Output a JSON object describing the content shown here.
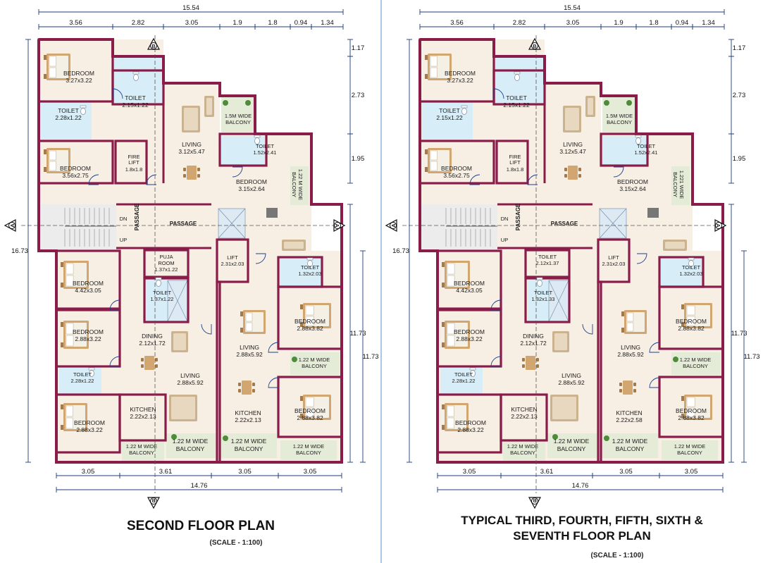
{
  "plans": [
    {
      "id": "second",
      "title_lines": [
        "SECOND FLOOR PLAN"
      ],
      "scale": "(SCALE - 1:100)",
      "dims": {
        "top_total": "15.54",
        "top_segments": [
          "3.56",
          "2.82",
          "3.05",
          "1.9",
          "1.8",
          "0.94",
          "1.34"
        ],
        "bottom_segments": [
          "3.05",
          "3.61",
          "3.05",
          "3.05"
        ],
        "bottom_total": "14.76",
        "left_total": "16.73",
        "right_segments": [
          "1.17",
          "2.73",
          "1.95"
        ],
        "right_lower": "11.73",
        "right_mid": "11.73"
      },
      "markers": {
        "section_a": "A",
        "section_b": "B"
      },
      "rooms": [
        {
          "key": "bed1",
          "name": "BEDROOM",
          "size": "3.27x3.22"
        },
        {
          "key": "toilet_top",
          "name": "TOILET",
          "size": "2.15x1.22"
        },
        {
          "key": "toilet_left",
          "name": "TOILET",
          "size": "2.28x1.22"
        },
        {
          "key": "living_top",
          "name": "LIVING",
          "size": "3.12x5.47"
        },
        {
          "key": "balcony_top",
          "name": "1.5M WIDE",
          "size": "BALCONY"
        },
        {
          "key": "toilet_right",
          "name": "TOILET",
          "size": "1.52x2.41"
        },
        {
          "key": "bed2",
          "name": "BEDROOM",
          "size": "3.56x2.75"
        },
        {
          "key": "fire_lift",
          "name": "FIRE",
          "size": "LIFT"
        },
        {
          "key": "fire_lift_size",
          "name": "1.8x1.8",
          "size": ""
        },
        {
          "key": "bed3",
          "name": "BEDROOM",
          "size": "3.15x2.64"
        },
        {
          "key": "balcony_v",
          "name": "1.22 M WIDE",
          "size": "BALCONY"
        },
        {
          "key": "passage_v",
          "name": "PASSAGE",
          "size": ""
        },
        {
          "key": "passage_h",
          "name": "PASSAGE",
          "size": ""
        },
        {
          "key": "dn",
          "name": "DN",
          "size": ""
        },
        {
          "key": "up",
          "name": "UP",
          "size": ""
        },
        {
          "key": "room_small_a",
          "name": "PUJA",
          "size": "ROOM"
        },
        {
          "key": "room_small_a_size",
          "name": "1.37x1.22",
          "size": ""
        },
        {
          "key": "room_small_b",
          "name": "TOILET",
          "size": "1.37x1.22"
        },
        {
          "key": "lift",
          "name": "LIFT",
          "size": "2.31x2.03"
        },
        {
          "key": "toilet_r2",
          "name": "TOILET",
          "size": "1.32x2.03"
        },
        {
          "key": "bed4",
          "name": "BEDROOM",
          "size": "4.42x3.05"
        },
        {
          "key": "bed5",
          "name": "BEDROOM",
          "size": "2.88x3.22"
        },
        {
          "key": "dining",
          "name": "DINING",
          "size": "2.12x1.72"
        },
        {
          "key": "bed_r1",
          "name": "BEDROOM",
          "size": "2.88x3.82"
        },
        {
          "key": "living_r",
          "name": "LIVING",
          "size": "2.88x5.92"
        },
        {
          "key": "balcony_r1",
          "name": "1.22 M WIDE",
          "size": "BALCONY"
        },
        {
          "key": "toilet_l2",
          "name": "TOILET",
          "size": "2.28x1.22"
        },
        {
          "key": "living_l",
          "name": "LIVING",
          "size": "2.88x5.92"
        },
        {
          "key": "bed6",
          "name": "BEDROOM",
          "size": "2.88x3.22"
        },
        {
          "key": "kitchen_l",
          "name": "KITCHEN",
          "size": "2.22x2.13"
        },
        {
          "key": "kitchen_r",
          "name": "KITCHEN",
          "size": "2.22x2.13"
        },
        {
          "key": "bed_r2",
          "name": "BEDROOM",
          "size": "2.88x3.82"
        },
        {
          "key": "bal_b1",
          "name": "1.22 M WIDE",
          "size": "BALCONY"
        },
        {
          "key": "bal_b2",
          "name": "1.22 M WIDE",
          "size": "BALCONY"
        },
        {
          "key": "bal_b3",
          "name": "1.22 M WIDE",
          "size": "BALCONY"
        },
        {
          "key": "bal_b4",
          "name": "1.22 M WIDE",
          "size": "BALCONY"
        }
      ]
    },
    {
      "id": "typical",
      "title_lines": [
        "TYPICAL THIRD, FOURTH, FIFTH, SIXTH &",
        "SEVENTH FLOOR PLAN"
      ],
      "scale": "(SCALE - 1:100)",
      "dims": {
        "top_total": "15.54",
        "top_segments": [
          "3.56",
          "2.82",
          "3.05",
          "1.9",
          "1.8",
          "0.94",
          "1.34"
        ],
        "bottom_segments": [
          "3.05",
          "3.61",
          "3.05",
          "3.05"
        ],
        "bottom_total": "14.76",
        "left_total": "16.73",
        "right_segments": [
          "1.17",
          "2.73",
          "1.95"
        ],
        "right_lower": "11.73",
        "right_mid": "11.73"
      },
      "markers": {
        "section_a": "A",
        "section_b": "B"
      },
      "rooms": [
        {
          "key": "bed1",
          "name": "BEDROOM",
          "size": "3.27x3.22"
        },
        {
          "key": "toilet_top",
          "name": "TOILET",
          "size": "2.15x1.22"
        },
        {
          "key": "toilet_left",
          "name": "TOILET",
          "size": "2.15x1.22"
        },
        {
          "key": "living_top",
          "name": "LIVING",
          "size": "3.12x5.47"
        },
        {
          "key": "balcony_top",
          "name": "1.5M WIDE",
          "size": "BALCONY"
        },
        {
          "key": "toilet_right",
          "name": "TOILET",
          "size": "1.52x2.41"
        },
        {
          "key": "bed2",
          "name": "BEDROOM",
          "size": "3.56x2.75"
        },
        {
          "key": "fire_lift",
          "name": "FIRE",
          "size": "LIFT"
        },
        {
          "key": "fire_lift_size",
          "name": "1.8x1.8",
          "size": ""
        },
        {
          "key": "bed3",
          "name": "BEDROOM",
          "size": "3.15x2.64"
        },
        {
          "key": "balcony_v",
          "name": "1.221 WIDE",
          "size": "BALCONY"
        },
        {
          "key": "passage_v",
          "name": "PASSAGE",
          "size": ""
        },
        {
          "key": "passage_h",
          "name": "PASSAGE",
          "size": ""
        },
        {
          "key": "dn",
          "name": "DN",
          "size": ""
        },
        {
          "key": "up",
          "name": "UP",
          "size": ""
        },
        {
          "key": "room_small_a",
          "name": "TOILET",
          "size": "2.12x1.37"
        },
        {
          "key": "room_small_a_size",
          "name": "",
          "size": ""
        },
        {
          "key": "room_small_b",
          "name": "TOILET",
          "size": "1.32x1.33"
        },
        {
          "key": "lift",
          "name": "LIFT",
          "size": "2.31x2.03"
        },
        {
          "key": "toilet_r2",
          "name": "TOILET",
          "size": "1.32x2.03"
        },
        {
          "key": "bed4",
          "name": "BEDROOM",
          "size": "4.42x3.05"
        },
        {
          "key": "bed5",
          "name": "BEDROOM",
          "size": "2.88x3.22"
        },
        {
          "key": "dining",
          "name": "DINING",
          "size": "2.12x1.72"
        },
        {
          "key": "bed_r1",
          "name": "BEDROOM",
          "size": "2.88x3.82"
        },
        {
          "key": "living_r",
          "name": "LIVING",
          "size": "2.88x5.92"
        },
        {
          "key": "balcony_r1",
          "name": "1.22 M WIDE",
          "size": "BALCONY"
        },
        {
          "key": "toilet_l2",
          "name": "TOILET",
          "size": "2.28x1.22"
        },
        {
          "key": "living_l",
          "name": "LIVING",
          "size": "2.88x5.92"
        },
        {
          "key": "bed6",
          "name": "BEDROOM",
          "size": "2.88x3.22"
        },
        {
          "key": "kitchen_l",
          "name": "KITCHEN",
          "size": "2.22x2.13"
        },
        {
          "key": "kitchen_r",
          "name": "KITCHEN",
          "size": "2.22x2.58"
        },
        {
          "key": "bed_r2",
          "name": "BEDROOM",
          "size": "2.88x3.82"
        },
        {
          "key": "bal_b1",
          "name": "1.22 M WIDE",
          "size": "BALCONY"
        },
        {
          "key": "bal_b2",
          "name": "1.22 M WIDE",
          "size": "BALCONY"
        },
        {
          "key": "bal_b3",
          "name": "1.22 M WIDE",
          "size": "BALCONY"
        },
        {
          "key": "bal_b4",
          "name": "1.22 M WIDE",
          "size": "BALCONY"
        }
      ]
    }
  ],
  "colors": {
    "wall": "#8a1c4a",
    "floor": "#f7efe4",
    "wet": "#d7eef8",
    "balcony": "#e4ecd8",
    "dim_line": "#1f3c7a",
    "wood": "#d2a670",
    "furniture": "#c9b89b"
  }
}
